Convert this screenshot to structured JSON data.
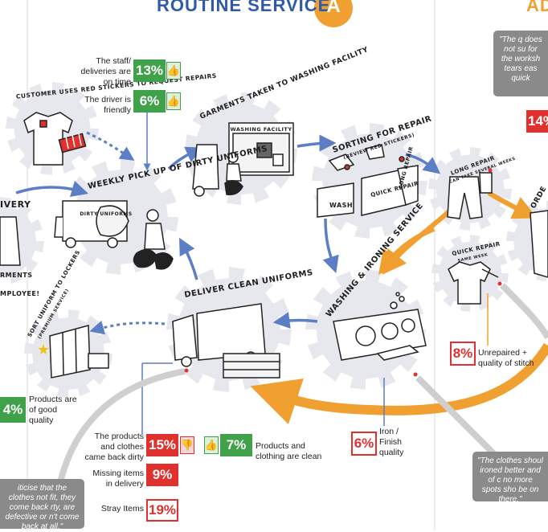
{
  "header": {
    "title": "ROUTINE SERVICE",
    "badge": "A",
    "next_title": "AD"
  },
  "colors": {
    "gear": "#e6e8ee",
    "blue_arrow": "#5b7ec4",
    "orange_arrow": "#f0a030",
    "green": "#3fa14a",
    "red": "#e0312f",
    "quote_bg": "#8a8a8a",
    "title_blue": "#2f5aa8"
  },
  "steps": {
    "customer": "CUSTOMER USES RED STICKERS TO REQUEST REPAIRS",
    "pickup": "WEEKLY PICK UP OF DIRTY UNIFORMS",
    "garments": "GARMENTS TAKEN TO WASHING FACILITY",
    "facility_sign": "WASHING FACILITY",
    "sorting": "SORTING FOR REPAIR",
    "sorting_sub": "(REVIEW RED STICKERS)",
    "bin_wash": "WASH",
    "bin_quick": "QUICK REPAIR",
    "bin_long": "LONG REPAIR",
    "long_repair": "LONG REPAIR",
    "long_repair_sub": "CAN TAKE SEVERAL WEEKS",
    "quick_repair": "QUICK REPAIR",
    "quick_repair_sub": "SAME WEEK",
    "washing": "WASHING & IRONING SERVICE",
    "deliver": "DELIVER CLEAN UNIFORMS",
    "lockers": "SORT UNIFORM TO LOCKERS",
    "lockers_sub": "(PREMIUM SERVICE)",
    "delivery_partial": "IVERY",
    "garments_partial": "RMENTS",
    "employee_partial": "MPLOYEE!",
    "order_partial": "ORDE",
    "truck_bag": "DIRTY UNIFORMS"
  },
  "stats": {
    "on_time": {
      "label": "The staff/ deliveries are on time",
      "value": "13%"
    },
    "friendly": {
      "label": "The driver is friendly",
      "value": "6%"
    },
    "products_quality": {
      "label": "Products are of good quality",
      "value": "4%"
    },
    "came_back_dirty": {
      "label": "The products and clothes came back dirty",
      "value": "15%"
    },
    "clean": {
      "label": "Products and clothing are clean",
      "value": "7%"
    },
    "missing": {
      "label": "Missing items in delivery",
      "value": "9%"
    },
    "stray": {
      "label": "Stray Items",
      "value": "19%"
    },
    "iron_finish": {
      "label": "Iron / Finish quality",
      "value": "6%"
    },
    "unrepaired": {
      "label": "Unrepaired + quality of stitch",
      "value": "8%"
    },
    "top_right": {
      "value": "14%"
    }
  },
  "quotes": {
    "left": "iticise that the clothes not fit, they come back rty, are defective or n't come back at all.\"",
    "right_bottom": "\"The clothes shoul ironed better and of c no more spots sho be on there.\"",
    "right_top": "\"The q does not su for the worksh tears eas quick"
  }
}
